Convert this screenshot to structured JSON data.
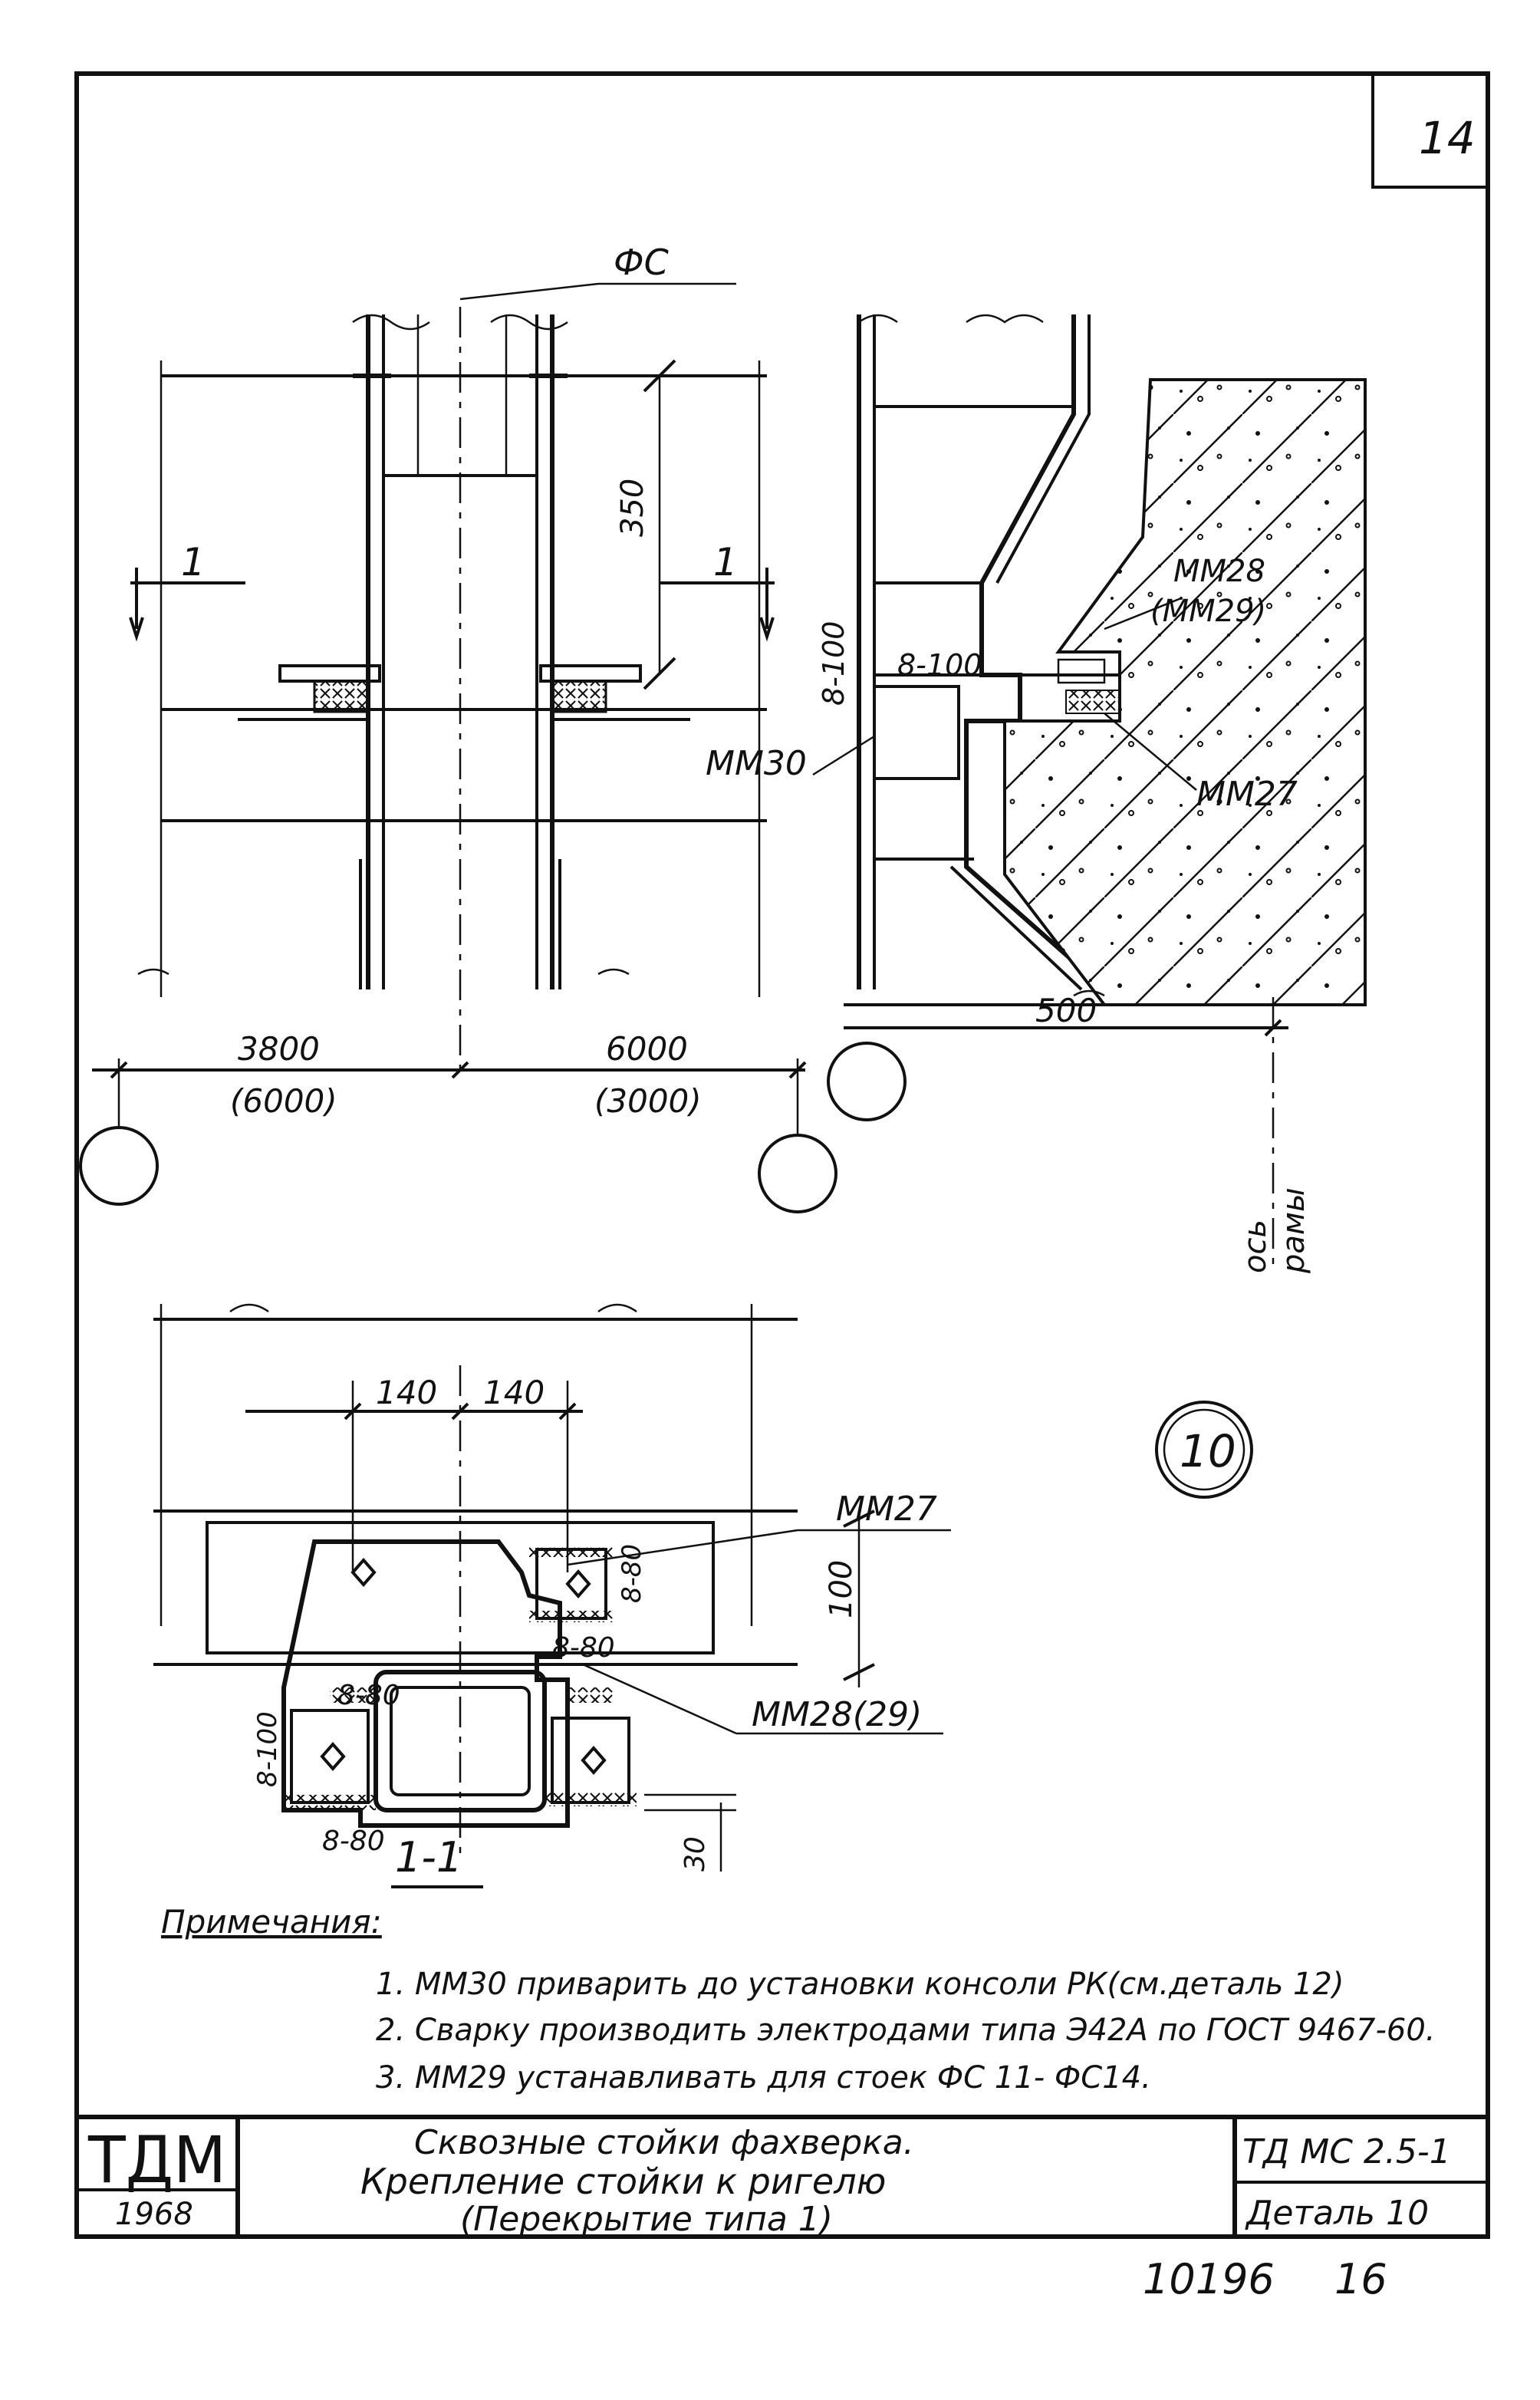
{
  "sheet": {
    "number": "14"
  },
  "labels": {
    "fs": "ФС",
    "dim_350": "350",
    "section_left": "1",
    "section_right": "1",
    "weld_8_100_vert": "8-100",
    "weld_8_100": "8-100",
    "mm28_top": "ММ28",
    "mm29_paren": "(ММ29)",
    "mm30": "ММ30",
    "mm27_top": "ММ27",
    "dim_500": "500",
    "dim_3800": "3800",
    "dim_6000_paren": "(6000)",
    "dim_6000": "6000",
    "dim_3000_paren": "(3000)",
    "axis_frame_1": "ось",
    "axis_frame_2": "рамы",
    "detail_no": "10",
    "dim_140_left": "140",
    "dim_140_right": "140",
    "mm27_sec": "ММ27",
    "weld_8_80_a": "8-80",
    "weld_8_80_b": "8-80",
    "weld_8_80_c": "8-80",
    "weld_8_80_d": "8-80",
    "weld_8_100_sec": "8-100",
    "dim_100": "100",
    "mm28_29_sec": "ММ28(29)",
    "dim_30": "30",
    "section_title": "1-1"
  },
  "notes": {
    "heading": "Примечания:",
    "items": [
      "1. ММ30 приварить до установки консоли РК(см.деталь 12)",
      "2. Сварку производить электродами типа Э42А по ГОСТ 9467-60.",
      "3. ММ29 устанавливать для стоек ФС 11- ФС14."
    ]
  },
  "title_block": {
    "logo": "ТДМ",
    "year": "1968",
    "title_lines": [
      "Сквозные стойки фахверка.",
      "Крепление стойки к ригелю",
      "(Перекрытие типа 1)"
    ],
    "code": "ТД МС 2.5-1",
    "detail": "Деталь 10"
  },
  "footer": {
    "archive_no": "10196",
    "page_no": "16"
  }
}
